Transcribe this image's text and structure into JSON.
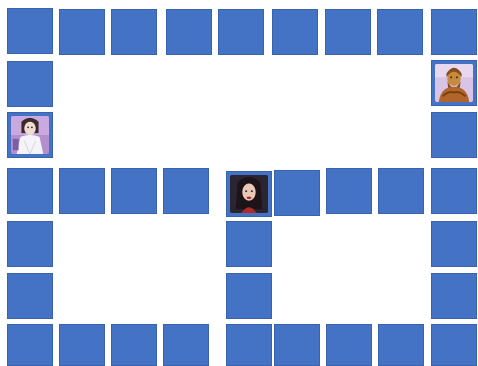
{
  "board": {
    "tile_color": "#4472c4",
    "pieces": [
      {
        "name": "piece-bearded-man",
        "colors": {
          "bg": "#d9c4e8",
          "skin": "#c58a3c",
          "hair": "#8a4a1a",
          "robe": "#b0662a"
        }
      },
      {
        "name": "piece-woman-white-dress",
        "colors": {
          "bg": "#b48fd0",
          "skin": "#f0dcd2",
          "hair": "#3a2a2a",
          "robe": "#f4f4f8"
        }
      },
      {
        "name": "piece-dark-haired-woman",
        "colors": {
          "bg": "#2a2530",
          "skin": "#e9c9b6",
          "hair": "#1c1418",
          "robe": "#b02a2a"
        }
      }
    ]
  }
}
